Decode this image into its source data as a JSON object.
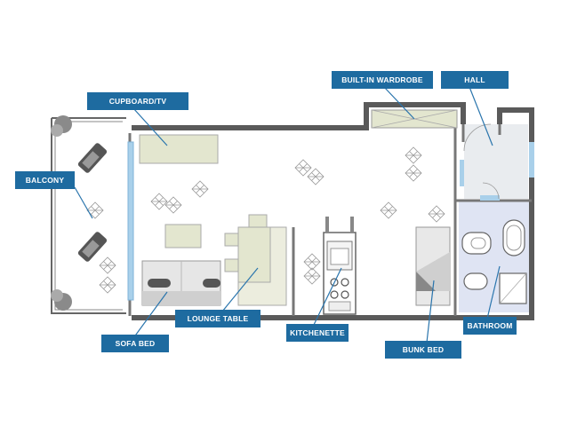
{
  "labels": {
    "cupboard_tv": "CUPBOARD/TV",
    "built_in_wardrobe": "BUILT-IN WARDROBE",
    "hall": "HALL",
    "balcony": "BALCONY",
    "lounge_table": "LOUNGE TABLE",
    "kitchenette": "KITCHENETTE",
    "bathroom": "BATHROOM",
    "sofa_bed": "SOFA BED",
    "bunk_bed": "BUNK BED"
  },
  "colors": {
    "label_bg": "#1e6ba0",
    "label_text": "#ffffff",
    "wall": "#5a5a5a",
    "leader_line": "#2a75ad",
    "furniture": "#e3e6cf",
    "bathroom_floor": "#dfe4f3",
    "window_glass": "#a9d0ea"
  }
}
